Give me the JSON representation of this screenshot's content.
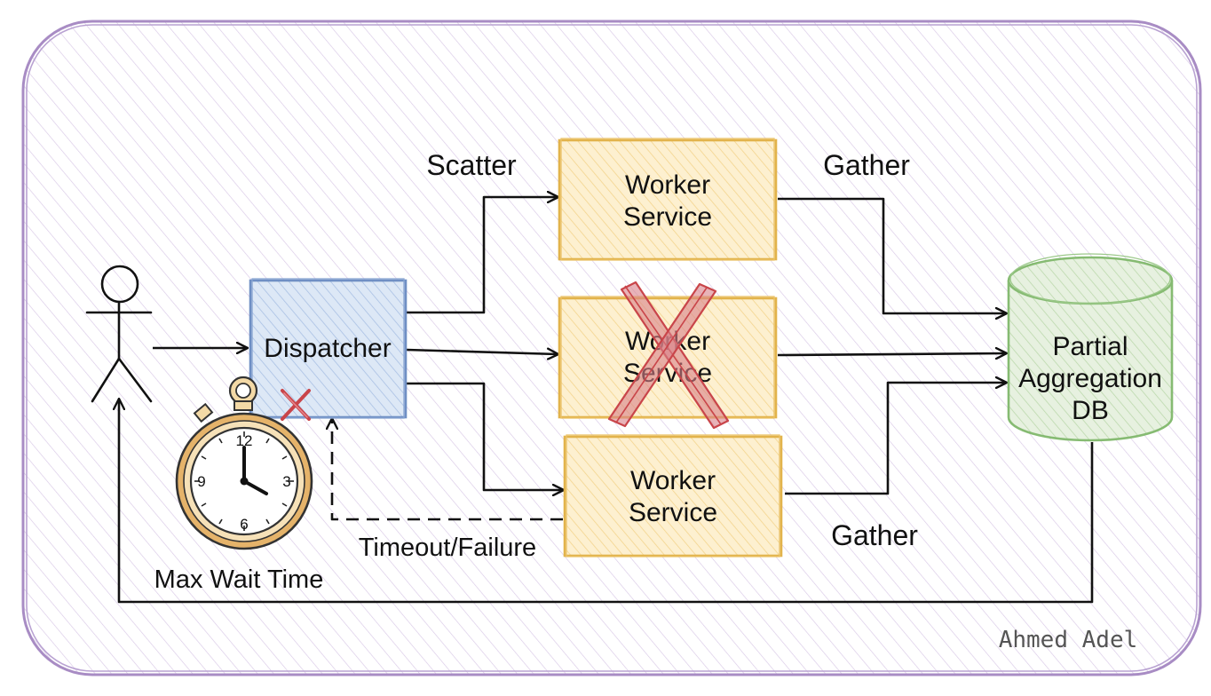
{
  "labels": {
    "scatter": "Scatter",
    "gather_top": "Gather",
    "gather_bottom": "Gather",
    "timeout_failure": "Timeout/Failure",
    "max_wait_time": "Max Wait Time",
    "author": "Ahmed Adel"
  },
  "nodes": {
    "dispatcher": "Dispatcher",
    "worker_top": [
      "Worker",
      "Service"
    ],
    "worker_middle": [
      "Worker",
      "Service"
    ],
    "worker_bottom": [
      "Worker",
      "Service"
    ],
    "db": [
      "Partial",
      "Aggregation",
      "DB"
    ]
  },
  "clock": {
    "numerals": [
      "12",
      "3",
      "6",
      "9"
    ]
  },
  "colors": {
    "frame": "#a88cc4",
    "dispatcher_fill": "#c9d9ef",
    "dispatcher_stroke": "#6f8fc4",
    "worker_fill": "#fbe6b6",
    "worker_stroke": "#e2b34b",
    "db_fill": "#dcebd3",
    "db_stroke": "#86bb72",
    "cross": "#c9454a",
    "stopwatch": "#d9a760"
  }
}
